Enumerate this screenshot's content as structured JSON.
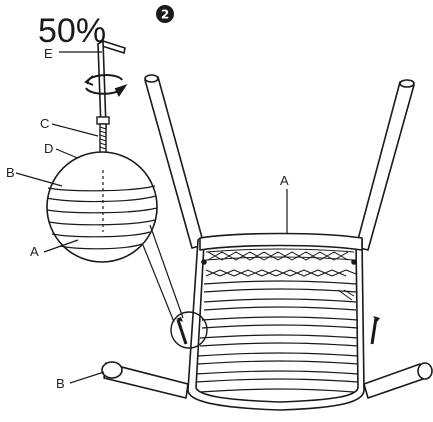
{
  "header": {
    "zoom_percent": "50%",
    "step_number": "2"
  },
  "labels": {
    "e_tool": "E",
    "c_bolt": "C",
    "d_washer": "D",
    "b_leg_zoom": "B",
    "a_leg_zoom": "A",
    "a_seat": "A",
    "b_leg": "B"
  },
  "colors": {
    "line": "#1a1a1a",
    "background": "#ffffff"
  }
}
